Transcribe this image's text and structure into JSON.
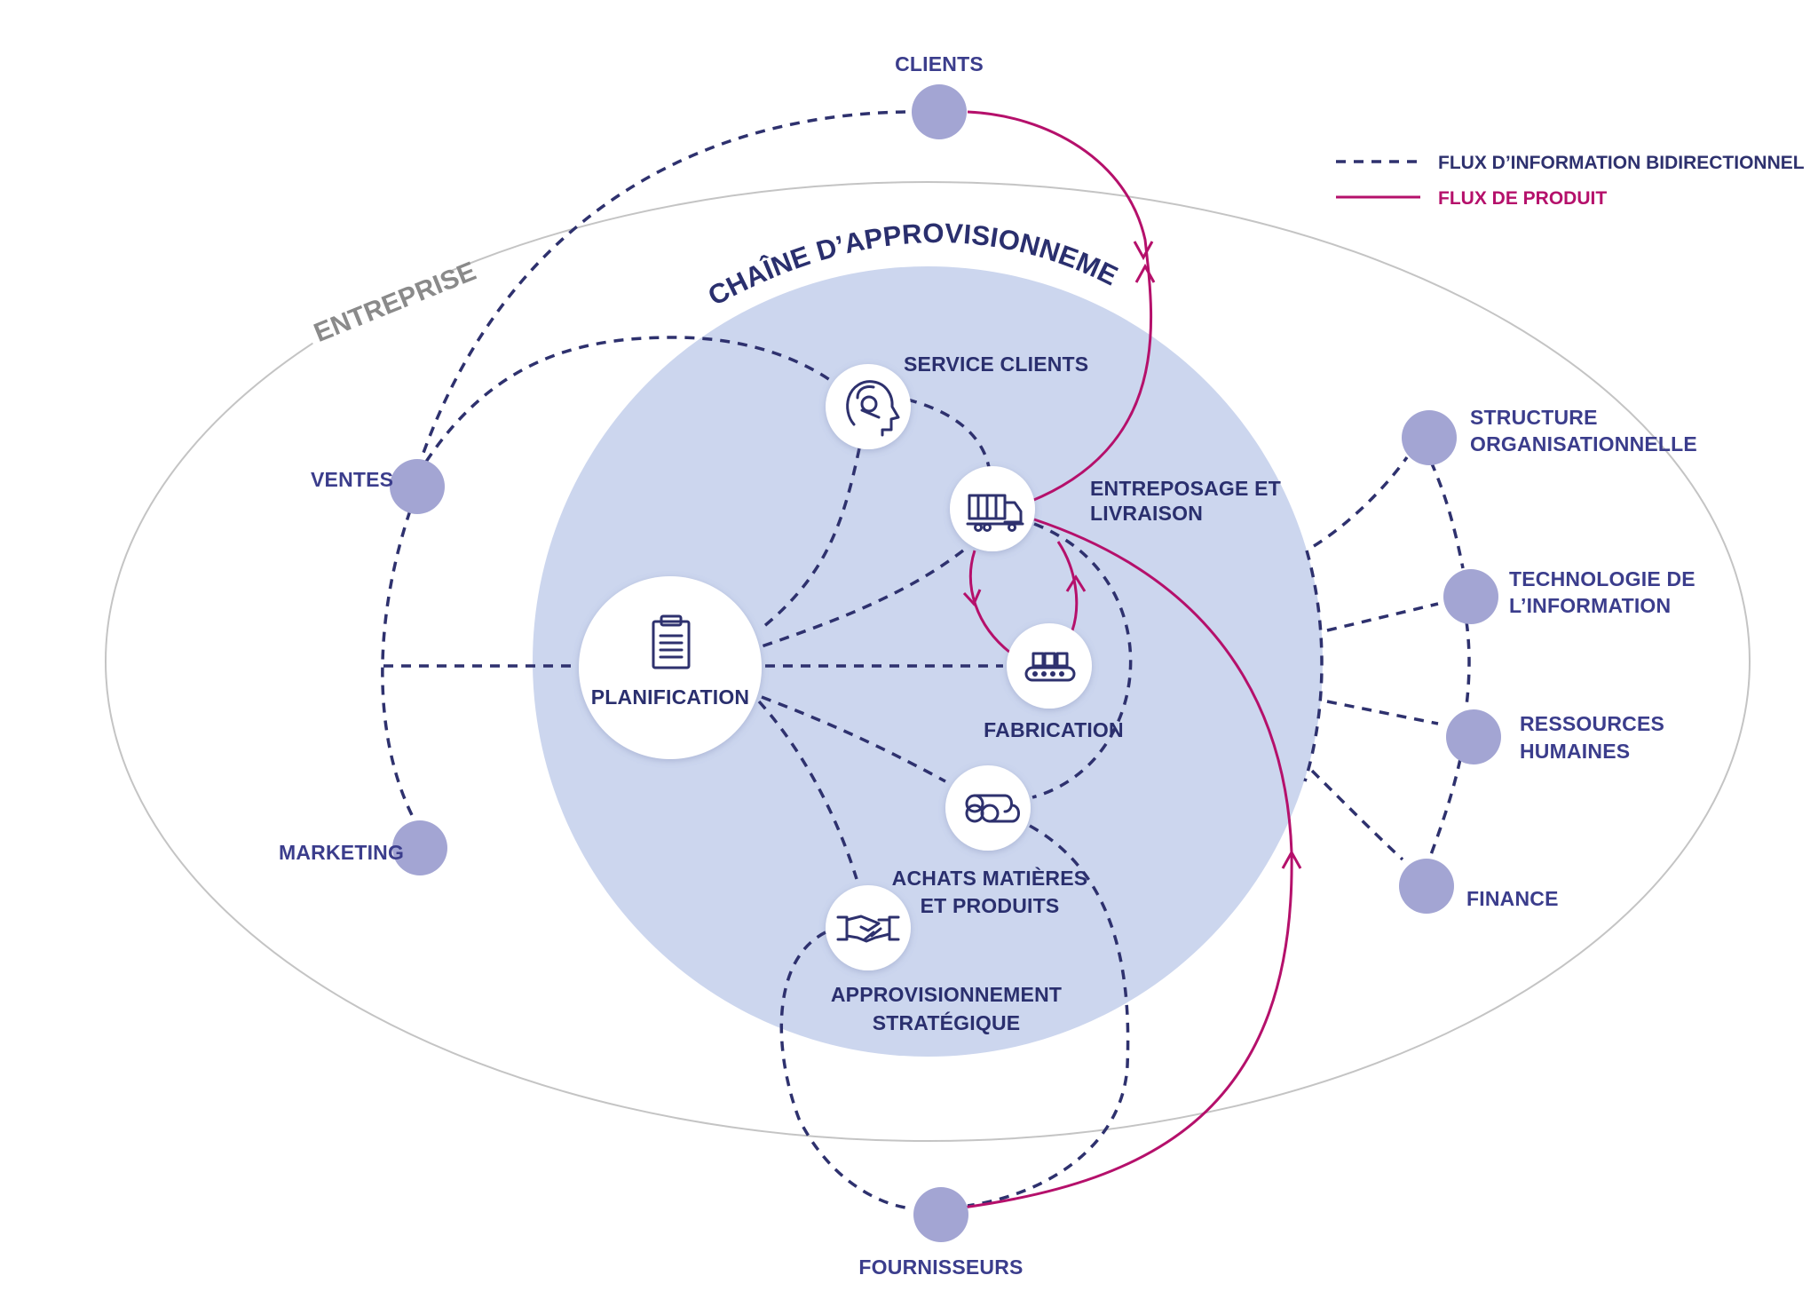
{
  "legend": {
    "info_flow": "FLUX D’INFORMATION BIDIRECTIONNEL",
    "product_flow": "FLUX DE PRODUIT"
  },
  "regions": {
    "enterprise": "ENTREPRISE",
    "supply_chain": "CHAÎNE D’APPROVISIONNEMENT"
  },
  "external_nodes": {
    "clients": "CLIENTS",
    "suppliers": "FOURNISSEURS"
  },
  "enterprise_nodes": {
    "sales": "VENTES",
    "marketing": "MARKETING",
    "org_line1": "STRUCTURE",
    "org_line2": "ORGANISATIONNELLE",
    "it_line1": "TECHNOLOGIE DE",
    "it_line2": "L’INFORMATION",
    "hr_line1": "RESSOURCES",
    "hr_line2": "HUMAINES",
    "finance": "FINANCE"
  },
  "supply_chain_nodes": {
    "planning": "PLANIFICATION",
    "customer_service": "SERVICE CLIENTS",
    "warehouse_line1": "ENTREPOSAGE ET",
    "warehouse_line2": "LIVRAISON",
    "manufacturing": "FABRICATION",
    "purchasing_line1": "ACHATS MATIÈRES",
    "purchasing_line2": "ET PRODUITS",
    "sourcing_line1": "APPROVISIONNEMENT",
    "sourcing_line2": "STRATÉGIQUE"
  },
  "icons": {
    "planning": "clipboard-icon",
    "customer_service": "headset-icon",
    "warehouse": "truck-icon",
    "manufacturing": "conveyor-icon",
    "purchasing": "pipes-icon",
    "sourcing": "handshake-icon"
  },
  "colors": {
    "info_flow": "#2e316e",
    "product_flow": "#b5106b",
    "supply_chain_fill": "#ccd6ee",
    "enterprise_outline": "#c4c4c4",
    "satellite_node": "#a3a5d3",
    "label": "#3b3d8c"
  }
}
